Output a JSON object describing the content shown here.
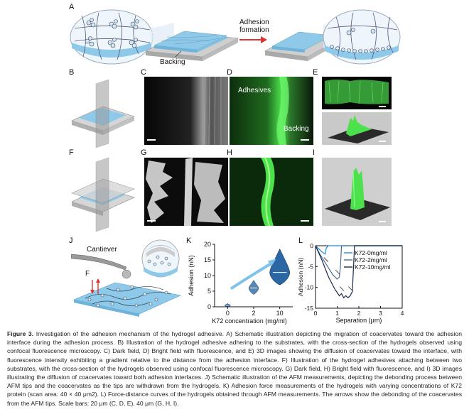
{
  "panels": {
    "A": "A",
    "B": "B",
    "C": "C",
    "D": "D",
    "E": "E",
    "F": "F",
    "G": "G",
    "H": "H",
    "I": "I",
    "J": "J",
    "K": "K",
    "L": "L"
  },
  "panel_a": {
    "arrow_label_line1": "Adhesion",
    "arrow_label_line2": "formation",
    "backing_label": "Backing"
  },
  "panel_d": {
    "adhesives_label": "Adhesives",
    "backing_label": "Backing"
  },
  "panel_j": {
    "cantilever_label": "Cantiever",
    "force_label": "F"
  },
  "colors": {
    "hydrogel_blue": "#8ec9ea",
    "fluorescence_green": "#4ee14e",
    "dark_field_bg": "#0c0c0c",
    "violin_fill": "#1f5fa0"
  },
  "chart_data": [
    {
      "type": "violin",
      "panel": "K",
      "xlabel": "K72 concentration (mg/ml)",
      "ylabel": "Adhesion (nN)",
      "ylim": [
        0,
        20
      ],
      "yticks": [
        0,
        5,
        10,
        15,
        20
      ],
      "categories": [
        "0",
        "2",
        "10"
      ],
      "series": [
        {
          "category": "0",
          "min": 0.0,
          "median": 0.5,
          "max": 1.0
        },
        {
          "category": "2",
          "min": 4.0,
          "median": 6.0,
          "max": 8.5
        },
        {
          "category": "10",
          "min": 7.0,
          "median": 11.0,
          "max": 18.5
        }
      ]
    },
    {
      "type": "line",
      "panel": "L",
      "xlabel": "Separation (μm)",
      "ylabel": "Adhesion (nN)",
      "xlim": [
        0,
        4
      ],
      "ylim": [
        -15,
        0
      ],
      "xticks": [
        0,
        1,
        2,
        3,
        4
      ],
      "yticks": [
        0,
        -5,
        -10,
        -15
      ],
      "legend_position": "right",
      "series": [
        {
          "name": "K72-0mg/ml",
          "color": "#1c8fd6",
          "x": [
            0,
            0.1,
            0.2,
            0.3,
            0.45,
            0.5,
            0.6,
            4.0
          ],
          "y": [
            0,
            -0.5,
            -1.0,
            -1.5,
            -2.0,
            -0.5,
            0,
            0
          ]
        },
        {
          "name": "K72-2mg/ml",
          "color": "#4a6f95",
          "x": [
            0,
            0.2,
            0.5,
            0.8,
            1.0,
            1.1,
            1.15,
            1.2,
            4.0
          ],
          "y": [
            0,
            -2.0,
            -4.5,
            -7.0,
            -8.0,
            -7.5,
            -5.0,
            0,
            0
          ]
        },
        {
          "name": "K72-10mg/ml",
          "color": "#1b2a4a",
          "x": [
            0,
            0.3,
            0.6,
            0.9,
            1.1,
            1.2,
            1.3,
            1.4,
            1.5,
            1.6,
            1.7,
            1.8,
            4.0
          ],
          "y": [
            0,
            -3.5,
            -7.5,
            -10.5,
            -12.0,
            -11.5,
            -12.5,
            -12.0,
            -12.5,
            -12.0,
            -11.0,
            0,
            0
          ]
        }
      ]
    }
  ],
  "caption": {
    "bold": "Figure 3.",
    "text": "Investigation of the adhesion mechanism of the hydrogel adhesive. A) Schematic illustration depicting the migration of coacervates toward the adhesion interface during the adhesion process. B) Illustration of the hydrogel adhesive adhering to the substrates, with the cross-section of the hydrogels observed using confocal fluorescence microscopy. C) Dark field, D) Bright field with fluorescence, and E) 3D images showing the diffusion of coacervates toward the interface, with fluorescence intensity exhibiting a gradient relative to the distance from the adhesion interface. F) Illustration of the hydrogel adhesives attaching between two substrates, with the cross-section of the hydrogels observed using confocal fluorescence microscopy. G) Dark field, H) Bright field with fluorescence, and I) 3D images illustrating the diffusion of coacervates toward both adhesion interfaces. J) Schematic illustration of the AFM measurements, depicting the debonding process between AFM tips and the coacervates as the tips are withdrawn from the hydrogels. K) Adhesion force measurements of the hydrogels with varying concentrations of K72 protein (scan area: 40 × 40 μm2). L) Force-distance curves of the hydrogels obtained through AFM measurements. The arrows show the debonding of the coacervates from the AFM tips. Scale bars: 20 μm (C, D, E), 40 μm (G, H, I)."
  }
}
